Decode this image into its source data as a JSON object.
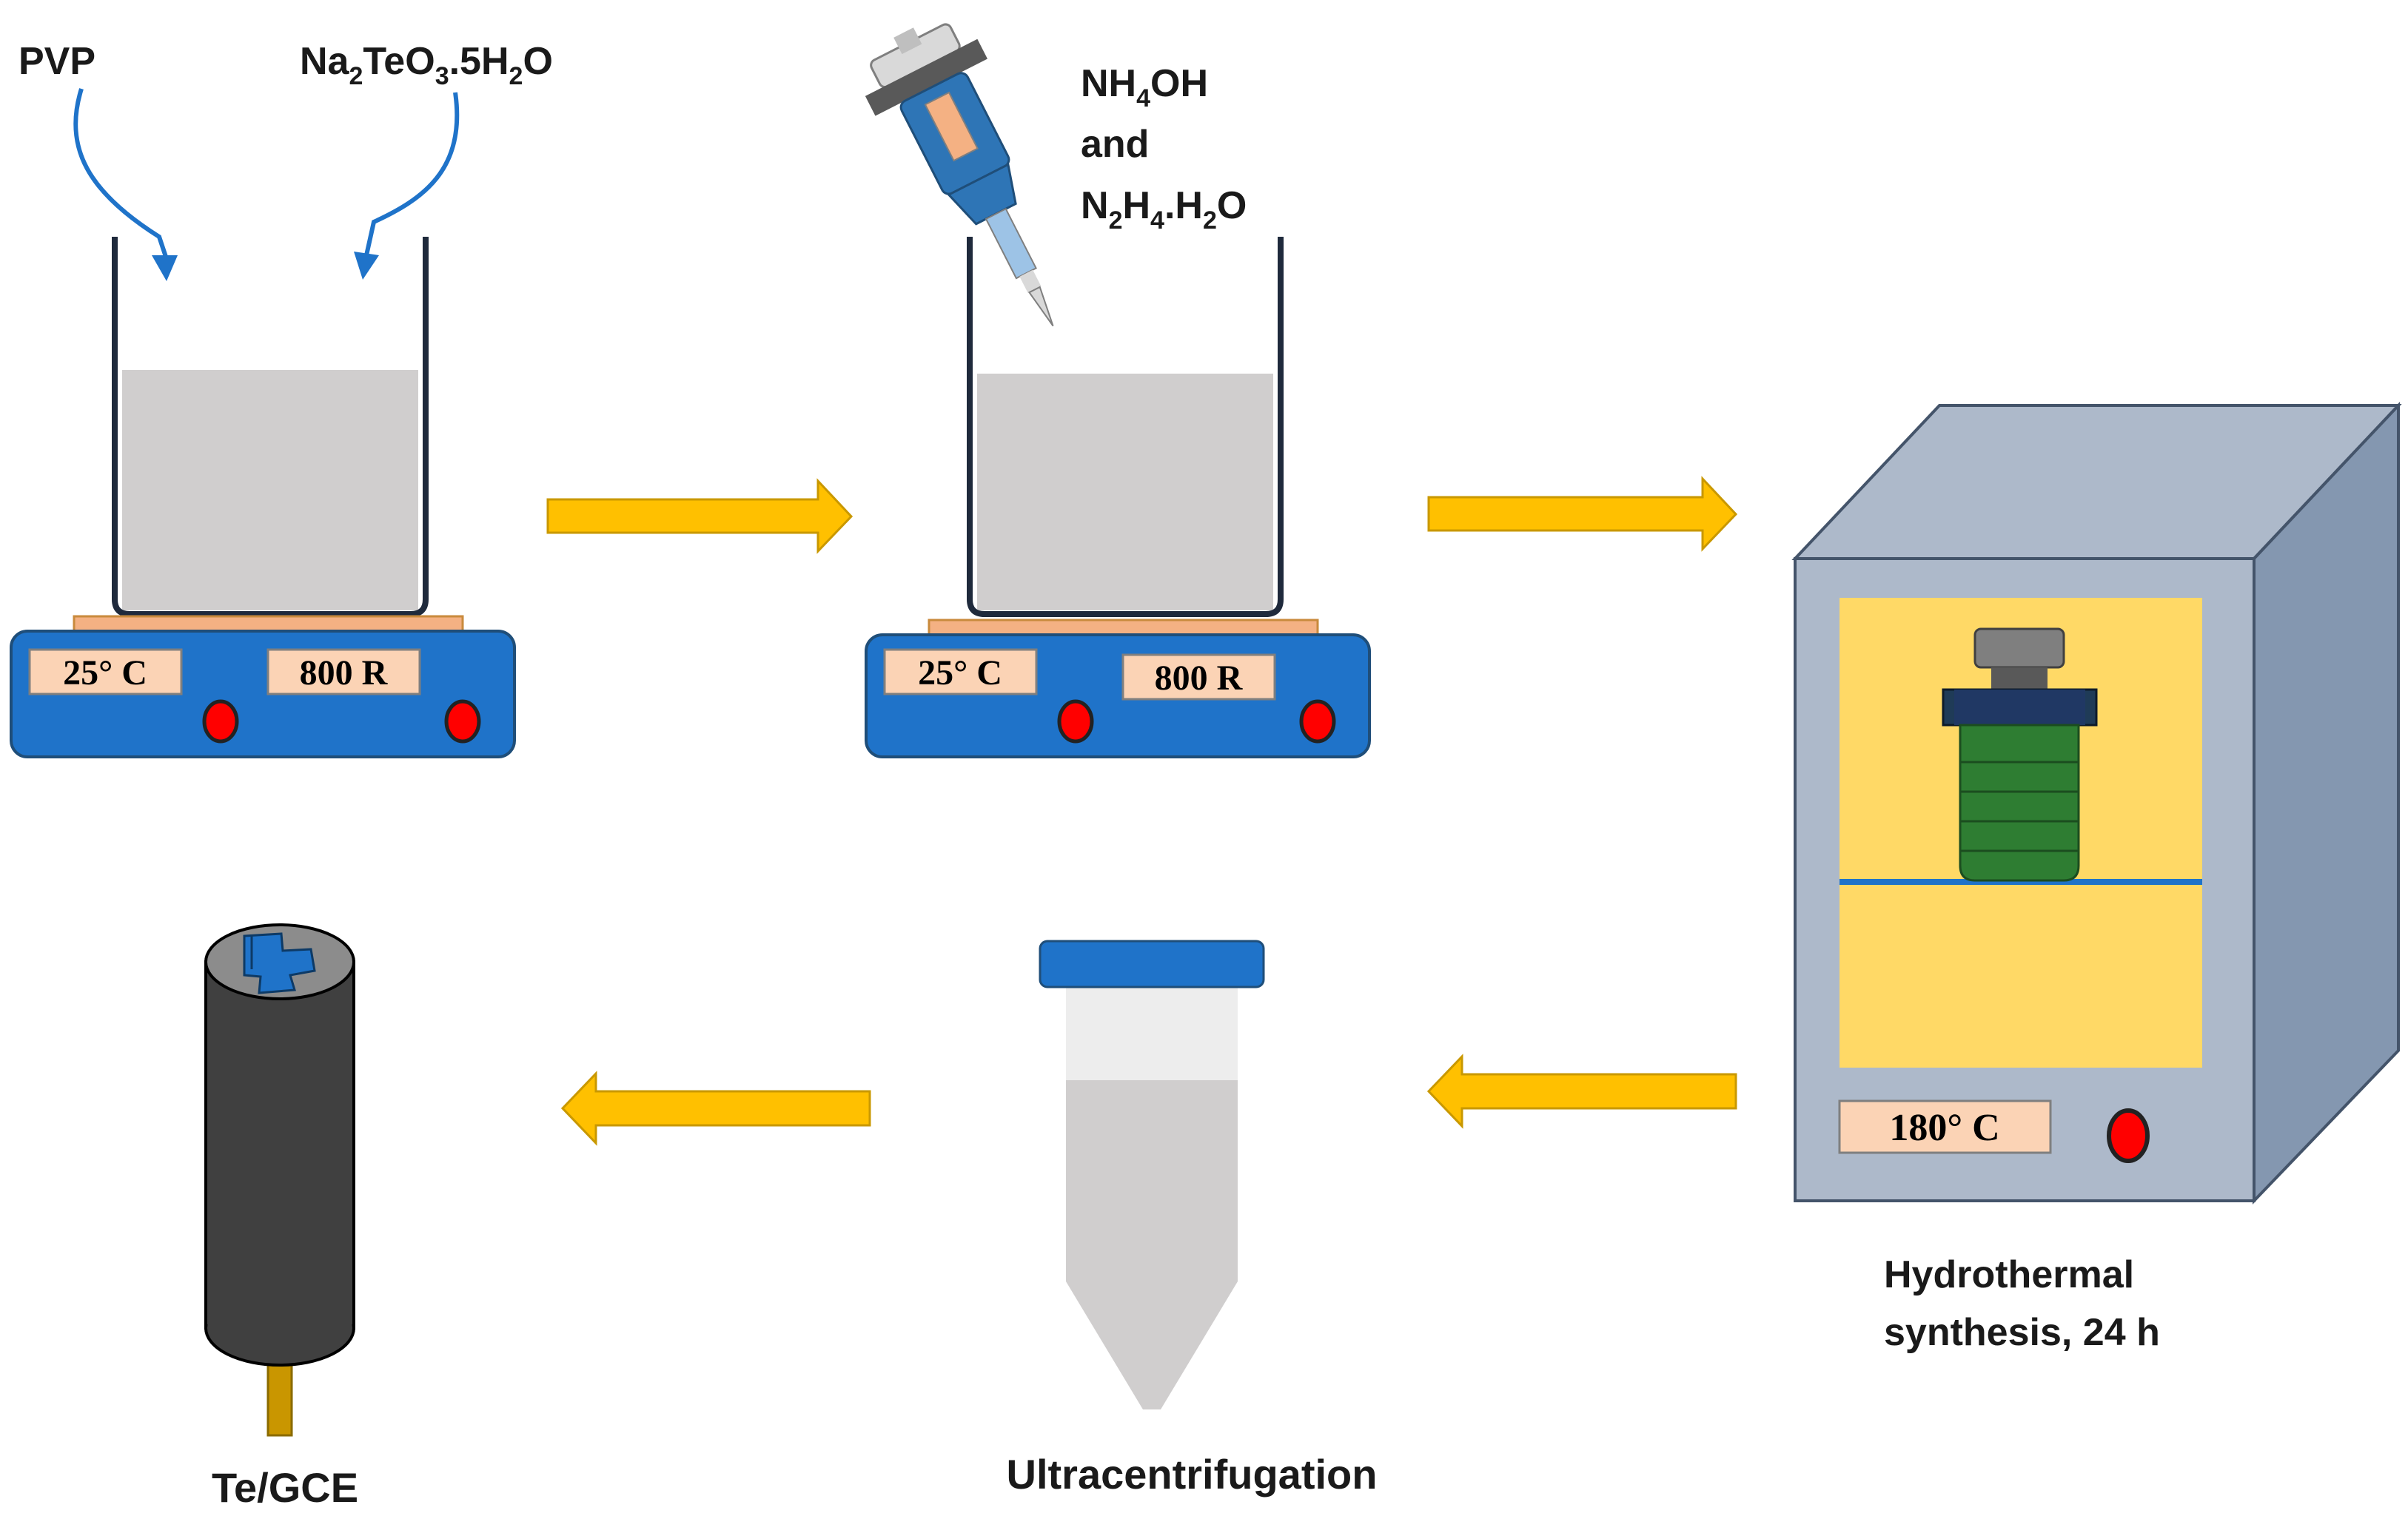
{
  "labels": {
    "pvp": "PVP",
    "precursor": {
      "base": "Na",
      "sub1": "2",
      "mid": "TeO",
      "sub2": "3",
      "tail": ".5H",
      "sub3": "2",
      "end": "O"
    },
    "reducer_line1": {
      "base": "NH",
      "sub": "4",
      "end": "OH"
    },
    "reducer_line2": "and",
    "reducer_line3": {
      "a": "N",
      "sa": "2",
      "b": "H",
      "sb": "4",
      "c": ".H",
      "sc": "2",
      "d": "O"
    },
    "hydrothermal_line1": "Hydrothermal",
    "hydrothermal_line2": "synthesis, 24 h",
    "ultracentrifugation": "Ultracentrifugation",
    "electrode": "Te/GCE"
  },
  "stirrer1": {
    "temperature": "25° C",
    "speed": "800 R"
  },
  "stirrer2": {
    "temperature": "25° C",
    "speed": "800 R"
  },
  "oven": {
    "temperature": "180° C"
  },
  "colors": {
    "arrow": "#ffc000",
    "plate": "#1f73c9",
    "knob": "#ff0000",
    "display": "#fbd3b5",
    "liquid": "#d0cece",
    "oven_front": "#adb9ca",
    "oven_chamber": "#ffd966",
    "autoclave": "#2e7d32",
    "electrode": "#404040",
    "pipette": "#2e75b6"
  },
  "icons": [
    "beaker-icon",
    "hotplate-stirrer-icon",
    "pipette-icon",
    "oven-icon",
    "autoclave-icon",
    "centrifuge-tube-icon",
    "electrode-icon",
    "flow-arrow-icon"
  ]
}
